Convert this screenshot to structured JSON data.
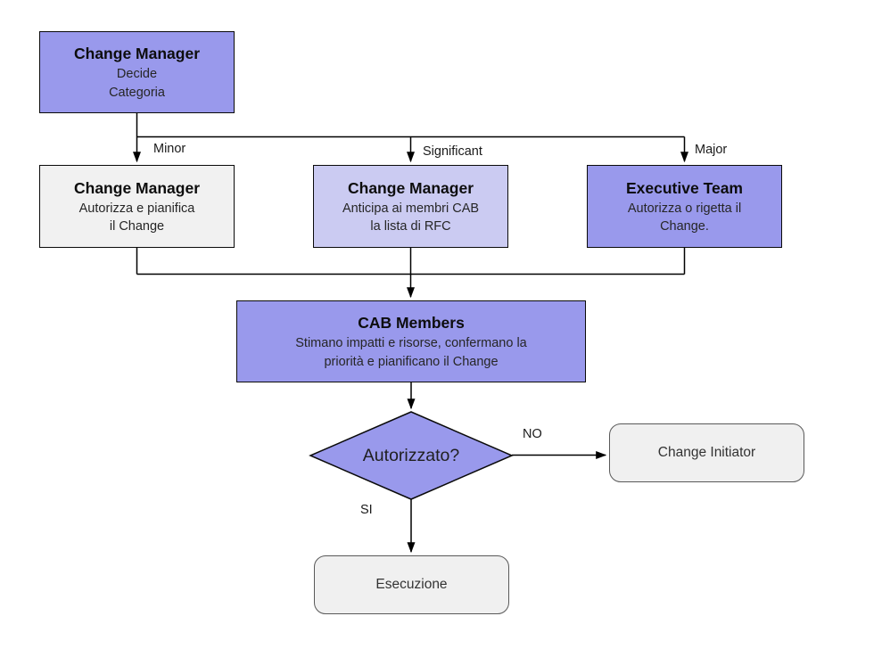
{
  "diagram": {
    "background": "#FFFFFF",
    "colors": {
      "purple_fill": "#9999EC",
      "light_purple_fill": "#CBCBF2",
      "gray_fill": "#F1F1F1",
      "rounded_fill": "#F0F0F0",
      "box_border": "#0A0A0A",
      "rounded_border": "#595959",
      "connector": "#000000"
    },
    "nodes": {
      "change_manager_top": {
        "title": "Change Manager",
        "line1": "Decide",
        "line2": "Categoria"
      },
      "change_manager_minor": {
        "title": "Change Manager",
        "line1": "Autorizza e pianifica",
        "line2": "il Change"
      },
      "change_manager_significant": {
        "title": "Change Manager",
        "line1": "Anticipa ai membri CAB",
        "line2": "la lista di RFC"
      },
      "executive_team": {
        "title": "Executive Team",
        "line1": "Autorizza o rigetta il",
        "line2": "Change."
      },
      "cab_members": {
        "title": "CAB Members",
        "line1": "Stimano impatti e risorse, confermano la",
        "line2": "priorità e pianificano il Change"
      },
      "decision": {
        "label": "Autorizzato?"
      },
      "change_initiator": {
        "label": "Change Initiator"
      },
      "esecuzione": {
        "label": "Esecuzione"
      }
    },
    "edge_labels": {
      "minor": "Minor",
      "significant": "Significant",
      "major": "Major",
      "no": "NO",
      "si": "SI"
    }
  }
}
